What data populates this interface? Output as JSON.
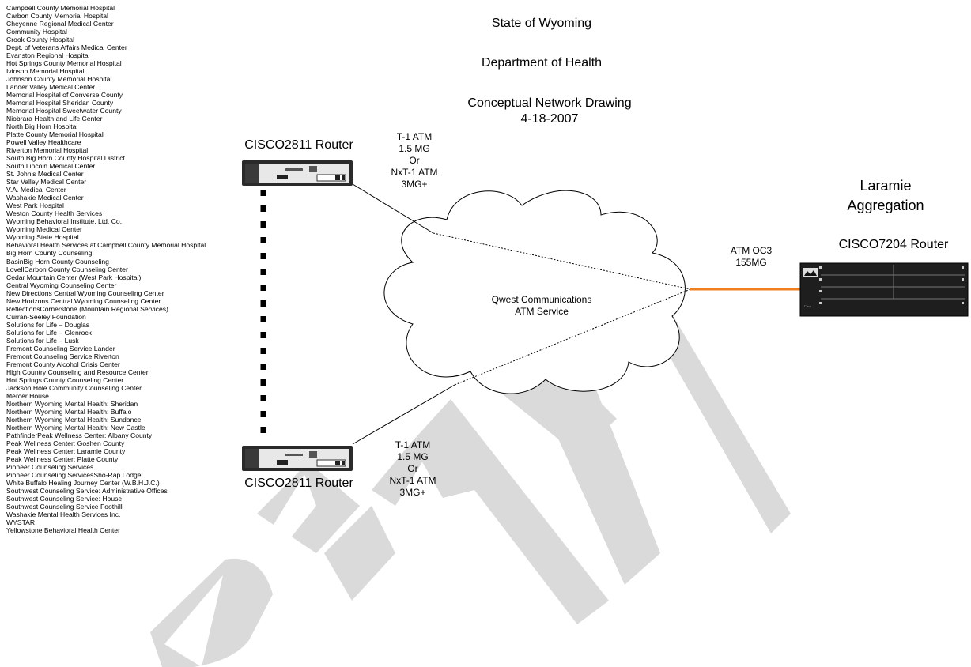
{
  "header": {
    "state": "State of Wyoming",
    "department": "Department of Health",
    "drawing_title": "Conceptual Network Drawing",
    "date": "4-18-2007"
  },
  "watermark": "DRAFT",
  "sites": [
    "Campbell County Memorial Hospital",
    "Carbon County Memorial Hospital",
    "Cheyenne Regional Medical Center",
    "Community Hospital",
    "Crook County Hospital",
    "Dept. of Veterans Affairs Medical Center",
    "Evanston Regional Hospital",
    "Hot Springs County Memorial Hospital",
    "Ivinson Memorial Hospital",
    "Johnson County Memorial Hospital",
    "Lander Valley Medical Center",
    "Memorial Hospital of Converse County",
    "Memorial Hospital Sheridan County",
    "Memorial Hospital Sweetwater County",
    "Niobrara Health and Life Center",
    "North Big Horn Hospital",
    "Platte County Memorial Hospital",
    "Powell Valley Healthcare",
    "Riverton Memorial Hospital",
    "South Big Horn County Hospital District",
    "South Lincoln Medical Center",
    "St. John's Medical Center",
    "Star Valley Medical Center",
    "V.A. Medical Center",
    "Washakie Medical Center",
    "West Park Hospital",
    "Weston County Health Services",
    "Wyoming Behavioral Institute, Ltd. Co.",
    "Wyoming Medical Center",
    "Wyoming State Hospital",
    "Behavioral Health Services at Campbell County Memorial Hospital",
    "Big Horn County Counseling",
    "BasinBig Horn County Counseling",
    "LovellCarbon County Counseling Center",
    "Cedar Mountain Center (West Park Hospital)",
    "Central Wyoming Counseling Center",
    "New Directions Central Wyoming Counseling Center",
    "New Horizons Central Wyoming Counseling Center",
    "ReflectionsCornerstone (Mountain Regional Services)",
    "Curran-Seeley Foundation",
    "Solutions for Life – Douglas",
    "Solutions for Life – Glenrock",
    "Solutions for Life – Lusk",
    "Fremont Counseling Service Lander",
    "Fremont Counseling Service Riverton",
    "Fremont County Alcohol Crisis Center",
    "High Country Counseling and Resource Center",
    "Hot Springs County Counseling Center",
    "Jackson Hole Community Counseling Center",
    "Mercer House",
    "Northern Wyoming Mental Health:  Sheridan",
    "Northern Wyoming Mental Health:  Buffalo",
    "Northern Wyoming Mental Health:  Sundance",
    "Northern Wyoming Mental Health:  New Castle",
    "PathfinderPeak Wellness Center:  Albany County",
    "Peak Wellness Center:  Goshen County",
    "Peak Wellness Center:  Laramie County",
    "Peak Wellness Center:  Platte County",
    "Pioneer Counseling Services",
    "Pioneer Counseling ServicesSho-Rap Lodge:",
    "White Buffalo Healing Journey Center (W.B.H.J.C.)",
    "Southwest Counseling Service:  Administrative Offices",
    "Southwest Counseling Service:  House",
    "Southwest Counseling Service Foothill",
    "Washakie Mental Health Services Inc.",
    "WYSTAR",
    "Yellowstone Behavioral Health Center"
  ],
  "routers": {
    "top": "CISCO2811 Router",
    "bottom": "CISCO2811 Router",
    "core": "CISCO7204 Router"
  },
  "aggregation": {
    "line1": "Laramie",
    "line2": "Aggregation"
  },
  "links": {
    "top": [
      "T-1 ATM",
      "1.5 MG",
      "Or",
      "NxT-1 ATM",
      "3MG+"
    ],
    "bottom": [
      "T-1 ATM",
      "1.5 MG",
      "Or",
      "NxT-1 ATM",
      "3MG+"
    ],
    "uplink": [
      "ATM OC3",
      "155MG"
    ]
  },
  "cloud": {
    "line1": "Qwest Communications",
    "line2": "ATM Service"
  },
  "colors": {
    "uplink": "#f07f20",
    "watermark": "#dadada",
    "chassis": "#1e1e1e"
  }
}
